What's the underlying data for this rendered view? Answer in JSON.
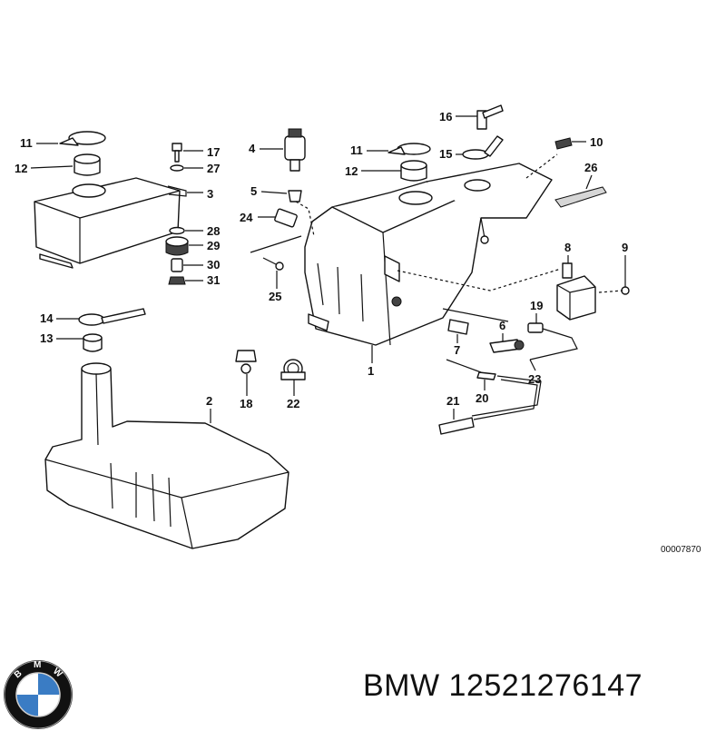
{
  "diagram": {
    "reference_number": "00007870",
    "callouts": [
      "1",
      "2",
      "3",
      "4",
      "5",
      "6",
      "7",
      "8",
      "9",
      "10",
      "11",
      "12",
      "13",
      "14",
      "15",
      "16",
      "17",
      "18",
      "19",
      "20",
      "21",
      "22",
      "23",
      "24",
      "25",
      "26",
      "27",
      "28",
      "29",
      "30",
      "31",
      "11",
      "12"
    ]
  },
  "footer": {
    "brand": "BMW",
    "part_number": "12521276147",
    "text": "BMW 12521276147"
  },
  "logo": {
    "letters": "BMW",
    "colors": {
      "blue": "#3a7cc4",
      "white": "#ffffff",
      "black": "#111111"
    }
  }
}
